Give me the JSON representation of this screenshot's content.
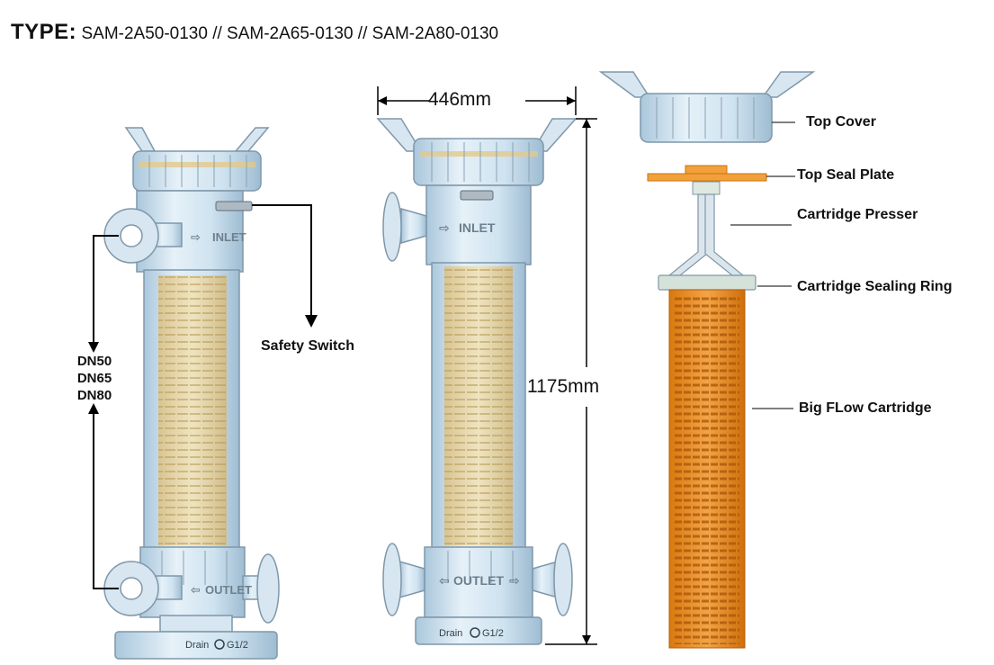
{
  "type_label": "TYPE:",
  "type_value": "SAM-2A50-0130 // SAM-2A65-0130 // SAM-2A80-0130",
  "dimensions": {
    "width": "446mm",
    "height": "1175mm"
  },
  "left_unit": {
    "safety_switch": "Safety Switch",
    "dn_sizes": [
      "DN50",
      "DN65",
      "DN80"
    ],
    "inlet": "INLET",
    "outlet": "OUTLET",
    "drain": "Drain",
    "drain_size": "G1/2"
  },
  "middle_unit": {
    "inlet": "INLET",
    "outlet": "OUTLET",
    "drain": "Drain",
    "drain_size": "G1/2"
  },
  "parts": {
    "top_cover": "Top Cover",
    "top_seal_plate": "Top Seal Plate",
    "cartridge_presser": "Cartridge Presser",
    "cartridge_sealing_ring": "Cartridge Sealing Ring",
    "big_flow_cartridge": "Big FLow Cartridge"
  },
  "colors": {
    "housing": "#cfe3f0",
    "housing_edge": "#7f97aa",
    "cartridge_pale": "#e7d7a6",
    "cartridge_orange": "#e58a1f",
    "seal_plate": "#f1a03a"
  }
}
